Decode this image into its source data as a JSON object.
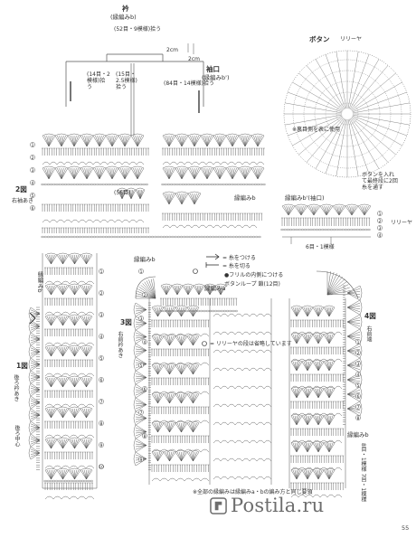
{
  "labels": {
    "collar": "衿",
    "collar_sub": "(縁編みb)",
    "collar_picks": "(52目・9模様)拾う",
    "collar_side_picks": "(14目・2模様)拾う",
    "collar_mid_picks": "(15目・2.5模様)拾う",
    "collar_right_picks": "(84目・14模様)拾う",
    "cuff": "袖口",
    "cuff_sub": "(縁編みb')",
    "num_left": "2cm",
    "num_right": "2cm",
    "fig2": "2図",
    "fig2_sub": "右袖あき",
    "fig1": "1図",
    "fig1_sub": "後ろ衿あき",
    "fig1_center": "後ろ中心",
    "fig3": "3図",
    "fig3_sub": "右前衿あき",
    "fig4": "4図",
    "fig4_sub": "右前端",
    "edging_b": "縁編みb",
    "edging_b_left": "縁編みb",
    "edging_a": "縁編みa",
    "edging_bp": "縁編みb'(袖口)",
    "stitch_count": "(56目)",
    "button": "ボタン",
    "lily": "リリーヤ",
    "button_note1": "※裏目側を表に使用",
    "button_note2": "ボタンを入れて最終段に2回糸を通す",
    "legend_attach": "= 糸をつける",
    "legend_cut": "= 糸を切る",
    "legend_loop": "ボタンループ 鎖(12目)",
    "legend_picot": "●フリルの内側につける",
    "note_omit": "= リリーヤの段は省略しています",
    "cuff_picks": "6目・1模様",
    "fig4_note": "8目・1模様 7目・1模様",
    "bottom_note": "※全部の縁編みは縁編みa・bの編み方と同じ要領",
    "rounds": [
      "①",
      "②",
      "③",
      "④",
      "⑤",
      "⑥",
      "⑦",
      "⑧",
      "⑨",
      "⑩"
    ],
    "page_number": "55",
    "watermark": "Postila.ru"
  },
  "colors": {
    "line": "#555555",
    "dark": "#222222",
    "watermark": "#6e6e6e"
  }
}
